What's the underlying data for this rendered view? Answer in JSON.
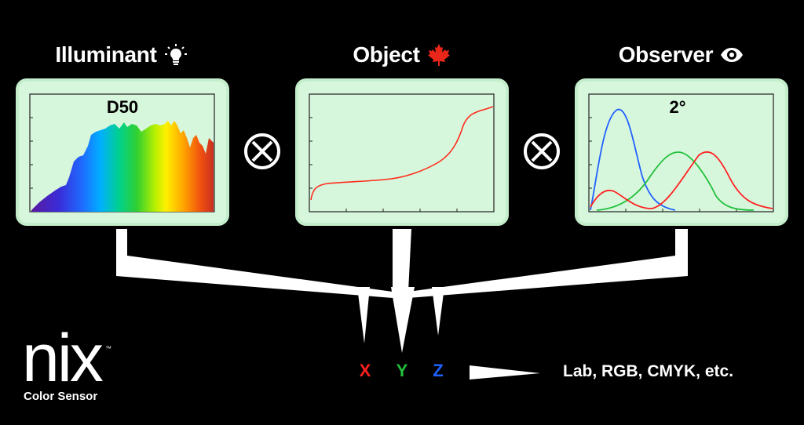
{
  "headings": {
    "illuminant": "Illuminant",
    "object": "Object",
    "observer": "Observer"
  },
  "icons": {
    "illuminant": "lightbulb-icon",
    "object": "maple-leaf-icon",
    "observer": "eye-icon",
    "multiply": "multiply-circle-icon",
    "arrow": "wedge-arrow-icon"
  },
  "panels": {
    "illuminant_label": "D50",
    "observer_label": "2°"
  },
  "xyz": {
    "x": "X",
    "y": "Y",
    "z": "Z"
  },
  "result": "Lab, RGB, CMYK, etc.",
  "brand": {
    "name": "nix",
    "tm": "™",
    "subtitle": "Color Sensor"
  },
  "colors": {
    "background": "#000000",
    "panel_fill": "#d7f7dd",
    "panel_border": "#c4eecb",
    "red": "#ff2020",
    "green": "#22c03a",
    "blue": "#2060ff"
  }
}
